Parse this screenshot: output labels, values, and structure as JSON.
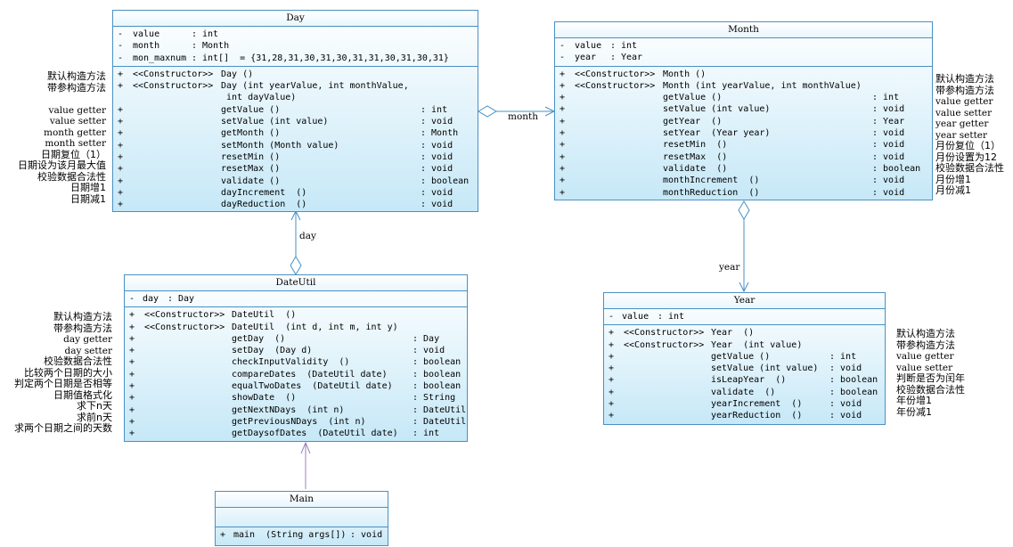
{
  "classes": {
    "day": {
      "name": "Day",
      "attributes": [
        {
          "vis": "-",
          "name": "value",
          "sep": ":",
          "type": "int"
        },
        {
          "vis": "-",
          "name": "month",
          "sep": ":",
          "type": "Month"
        },
        {
          "vis": "-",
          "name": "mon_maxnum",
          "sep": ":",
          "type": "int[]  = {31,28,31,30,31,30,31,31,30,31,30,31}"
        }
      ],
      "methods": [
        {
          "vis": "+",
          "stereo": "<<Constructor>>",
          "sig": "Day ()",
          "ret": ""
        },
        {
          "vis": "+",
          "stereo": "<<Constructor>>",
          "sig": "Day (int yearValue, int monthValue,",
          "ret": ""
        },
        {
          "vis": "",
          "stereo": "",
          "sig": " int dayValue)",
          "ret": ""
        },
        {
          "vis": "+",
          "stereo": "",
          "sig": "getValue ()",
          "ret": ": int"
        },
        {
          "vis": "+",
          "stereo": "",
          "sig": "setValue (int value)",
          "ret": ": void"
        },
        {
          "vis": "+",
          "stereo": "",
          "sig": "getMonth ()",
          "ret": ": Month"
        },
        {
          "vis": "+",
          "stereo": "",
          "sig": "setMonth (Month value)",
          "ret": ": void"
        },
        {
          "vis": "+",
          "stereo": "",
          "sig": "resetMin ()",
          "ret": ": void"
        },
        {
          "vis": "+",
          "stereo": "",
          "sig": "resetMax ()",
          "ret": ": void"
        },
        {
          "vis": "+",
          "stereo": "",
          "sig": "validate ()",
          "ret": ": boolean"
        },
        {
          "vis": "+",
          "stereo": "",
          "sig": "dayIncrement  ()",
          "ret": ": void"
        },
        {
          "vis": "+",
          "stereo": "",
          "sig": "dayReduction  ()",
          "ret": ": void"
        }
      ]
    },
    "month": {
      "name": "Month",
      "attributes": [
        {
          "vis": "-",
          "name": "value",
          "sep": ":",
          "type": "int"
        },
        {
          "vis": "-",
          "name": "year",
          "sep": ":",
          "type": "Year"
        }
      ],
      "methods": [
        {
          "vis": "+",
          "stereo": "<<Constructor>>",
          "sig": "Month ()",
          "ret": ""
        },
        {
          "vis": "+",
          "stereo": "<<Constructor>>",
          "sig": "Month (int yearValue, int monthValue)",
          "ret": ""
        },
        {
          "vis": "+",
          "stereo": "",
          "sig": "getValue ()",
          "ret": ": int"
        },
        {
          "vis": "+",
          "stereo": "",
          "sig": "setValue (int value)",
          "ret": ": void"
        },
        {
          "vis": "+",
          "stereo": "",
          "sig": "getYear  ()",
          "ret": ": Year"
        },
        {
          "vis": "+",
          "stereo": "",
          "sig": "setYear  (Year year)",
          "ret": ": void"
        },
        {
          "vis": "+",
          "stereo": "",
          "sig": "resetMin  ()",
          "ret": ": void"
        },
        {
          "vis": "+",
          "stereo": "",
          "sig": "resetMax  ()",
          "ret": ": void"
        },
        {
          "vis": "+",
          "stereo": "",
          "sig": "validate  ()",
          "ret": ": boolean"
        },
        {
          "vis": "+",
          "stereo": "",
          "sig": "monthIncrement  ()",
          "ret": ": void"
        },
        {
          "vis": "+",
          "stereo": "",
          "sig": "monthReduction  ()",
          "ret": ": void"
        }
      ]
    },
    "year": {
      "name": "Year",
      "attributes": [
        {
          "vis": "-",
          "name": "value",
          "sep": ":",
          "type": "int"
        }
      ],
      "methods": [
        {
          "vis": "+",
          "stereo": "<<Constructor>>",
          "sig": "Year  ()",
          "ret": ""
        },
        {
          "vis": "+",
          "stereo": "<<Constructor>>",
          "sig": "Year  (int value)",
          "ret": ""
        },
        {
          "vis": "+",
          "stereo": "",
          "sig": "getValue ()",
          "ret": ": int"
        },
        {
          "vis": "+",
          "stereo": "",
          "sig": "setValue (int value)",
          "ret": ": void"
        },
        {
          "vis": "+",
          "stereo": "",
          "sig": "isLeapYear  ()",
          "ret": ": boolean"
        },
        {
          "vis": "+",
          "stereo": "",
          "sig": "validate  ()",
          "ret": ": boolean"
        },
        {
          "vis": "+",
          "stereo": "",
          "sig": "yearIncrement  ()",
          "ret": ": void"
        },
        {
          "vis": "+",
          "stereo": "",
          "sig": "yearReduction  ()",
          "ret": ": void"
        }
      ]
    },
    "dateutil": {
      "name": "DateUtil",
      "attributes": [
        {
          "vis": "-",
          "name": "day",
          "sep": ":",
          "type": "Day"
        }
      ],
      "methods": [
        {
          "vis": "+",
          "stereo": "<<Constructor>>",
          "sig": "DateUtil  ()",
          "ret": ""
        },
        {
          "vis": "+",
          "stereo": "<<Constructor>>",
          "sig": "DateUtil  (int d, int m, int y)",
          "ret": ""
        },
        {
          "vis": "+",
          "stereo": "",
          "sig": "getDay  ()",
          "ret": ": Day"
        },
        {
          "vis": "+",
          "stereo": "",
          "sig": "setDay  (Day d)",
          "ret": ": void"
        },
        {
          "vis": "+",
          "stereo": "",
          "sig": "checkInputValidity  ()",
          "ret": ": boolean"
        },
        {
          "vis": "+",
          "stereo": "",
          "sig": "compareDates  (DateUtil date)",
          "ret": ": boolean"
        },
        {
          "vis": "+",
          "stereo": "",
          "sig": "equalTwoDates  (DateUtil date)",
          "ret": ": boolean"
        },
        {
          "vis": "+",
          "stereo": "",
          "sig": "showDate  ()",
          "ret": ": String"
        },
        {
          "vis": "+",
          "stereo": "",
          "sig": "getNextNDays  (int n)",
          "ret": ": DateUtil"
        },
        {
          "vis": "+",
          "stereo": "",
          "sig": "getPreviousNDays  (int n)",
          "ret": ": DateUtil"
        },
        {
          "vis": "+",
          "stereo": "",
          "sig": "getDaysofDates  (DateUtil date)",
          "ret": ": int"
        }
      ]
    },
    "main": {
      "name": "Main",
      "attributes": [],
      "methods": [
        {
          "vis": "+",
          "stereo": "",
          "sig": "main  (String args[])",
          "ret": ": void"
        }
      ]
    }
  },
  "notes": {
    "day": [
      "默认构造方法",
      "带参构造方法",
      "",
      "value getter",
      "value setter",
      "month getter",
      "month setter",
      "日期复位（1）",
      "日期设为该月最大值",
      "校验数据合法性",
      "日期增1",
      "日期减1"
    ],
    "month": [
      "默认构造方法",
      "带参构造方法",
      "value getter",
      "value setter",
      "year getter",
      "year setter",
      "月份复位（1）",
      "月份设置为12",
      "校验数据合法性",
      "月份增1",
      "月份减1"
    ],
    "year": [
      "默认构造方法",
      "带参构造方法",
      "value getter",
      "value setter",
      "判断是否为闰年",
      "校验数据合法性",
      "年份增1",
      "年份减1"
    ],
    "dateutil": [
      "默认构造方法",
      "带参构造方法",
      "day getter",
      "day setter",
      "校验数据合法性",
      "比较两个日期的大小",
      "判定两个日期是否相等",
      "日期值格式化",
      "求下n天",
      "求前n天",
      "求两个日期之间的天数"
    ]
  },
  "links": {
    "day_month": "month",
    "month_year": "year",
    "day_dateutil": "day"
  },
  "colors": {
    "border": "#4a90c2",
    "fill_bottom": "#c6e8f7",
    "line": "#4a90c2",
    "dependency": "#9c7fb8"
  }
}
